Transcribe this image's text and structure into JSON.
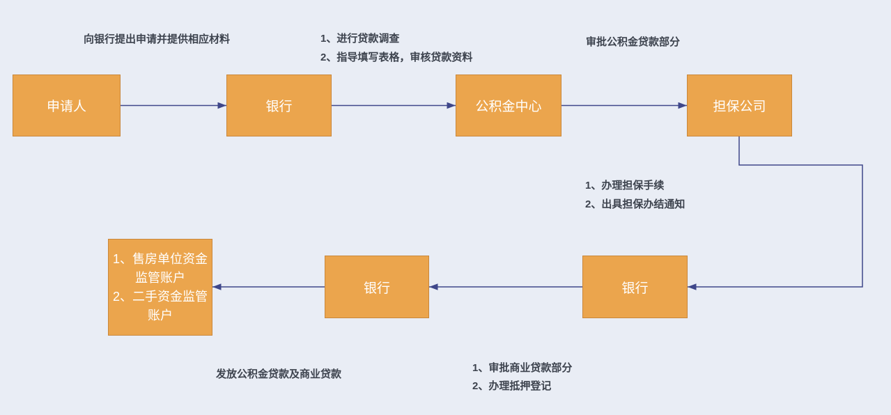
{
  "colors": {
    "background": "#E9EDF5",
    "node_fill": "#EBA54D",
    "node_border": "#C9873B",
    "node_text": "#FFFFFF",
    "connector": "#3F478A",
    "label_text": "#3D434E"
  },
  "nodes": [
    {
      "id": "applicant",
      "label": "申请人"
    },
    {
      "id": "bank-top",
      "label": "银行"
    },
    {
      "id": "fund-center",
      "label": "公积金中心"
    },
    {
      "id": "guarantee-company",
      "label": "担保公司"
    },
    {
      "id": "bank-2",
      "label": "银行"
    },
    {
      "id": "bank-3",
      "label": "银行"
    },
    {
      "id": "supervision-accounts",
      "lines": [
        "1、售房单位资金监管账户",
        "2、二手资金监管账户"
      ]
    }
  ],
  "labels": [
    {
      "id": "apply-to-bank",
      "lines": [
        "向银行提出申请并提供相应材料"
      ]
    },
    {
      "id": "loan-survey",
      "lines": [
        "1、进行贷款调查",
        "2、指导填写表格，审核贷款资料"
      ]
    },
    {
      "id": "approve-fund-part",
      "lines": [
        "审批公积金贷款部分"
      ]
    },
    {
      "id": "guarantee-procedures",
      "lines": [
        "1、办理担保手续",
        "2、出具担保办结通知"
      ]
    },
    {
      "id": "approve-commercial",
      "lines": [
        "1、审批商业贷款部分",
        "2、办理抵押登记"
      ]
    },
    {
      "id": "issue-loans",
      "lines": [
        "发放公积金贷款及商业贷款"
      ]
    }
  ]
}
